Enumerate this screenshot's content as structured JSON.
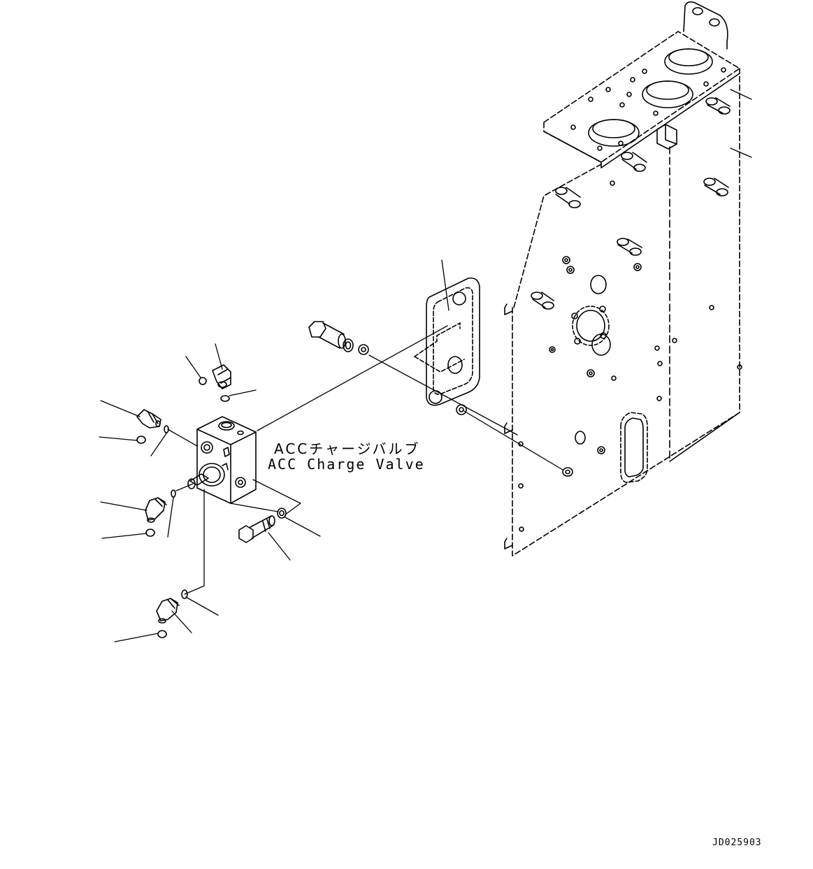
{
  "labels": {
    "jp": "ACCチャージバルブ",
    "en": "ACC Charge Valve"
  },
  "drawing_code": "JD025903",
  "colors": {
    "line": "#000000",
    "background": "#ffffff"
  }
}
